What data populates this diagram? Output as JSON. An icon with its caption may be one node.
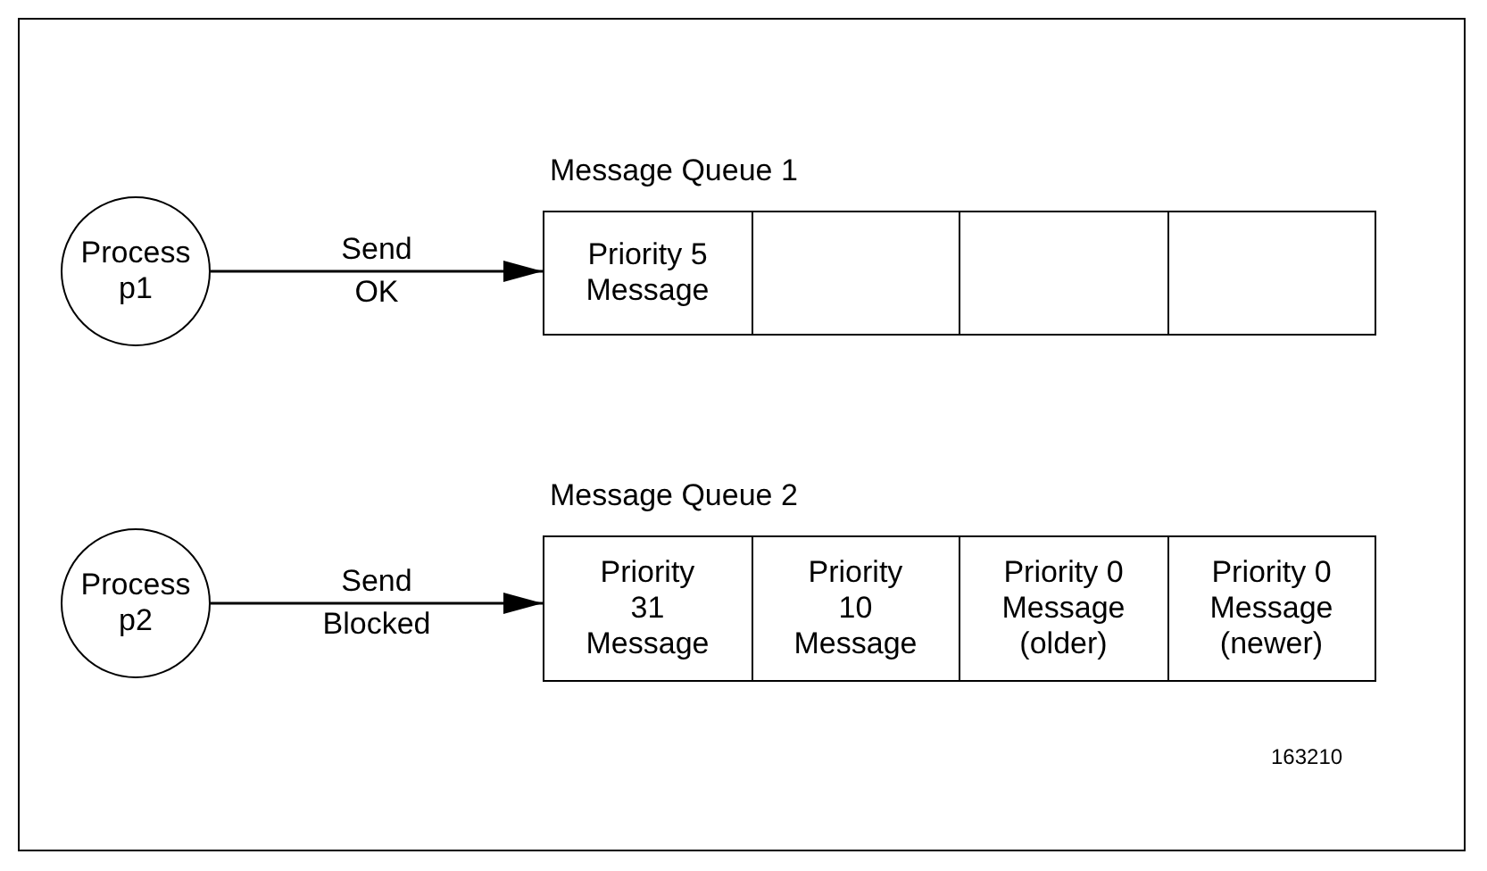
{
  "diagram": {
    "nodes": [
      {
        "text": [
          "Process p1"
        ]
      },
      {
        "text": [
          "Message Queue 1"
        ]
      },
      {
        "text": [
          "Priority 5 Message"
        ],
        "in": 1
      },
      {
        "text": [],
        "shape": "box",
        "in": 1
      },
      {
        "text": [],
        "shape": "box",
        "in": 1
      },
      {
        "text": [],
        "shape": "box",
        "in": 1
      },
      {
        "text": [
          "Process p2"
        ]
      },
      {
        "text": [
          "Message Queue 2"
        ]
      },
      {
        "text": [
          "Priority 31 Message"
        ],
        "in": 7
      },
      {
        "text": [
          "Priority 10 Message"
        ],
        "in": 7
      },
      {
        "text": [
          "Priority 0 Message (older)"
        ],
        "in": 7
      },
      {
        "text": [
          "Priority 0 Message (newer)"
        ],
        "in": 7
      }
    ],
    "edges": [
      {
        "from": 0,
        "to": 1,
        "arrow": "to",
        "label": "Send OK"
      },
      {
        "from": 6,
        "to": 7,
        "arrow": "to",
        "label": "Send Blocked"
      }
    ],
    "labels": [
      "163210"
    ]
  }
}
